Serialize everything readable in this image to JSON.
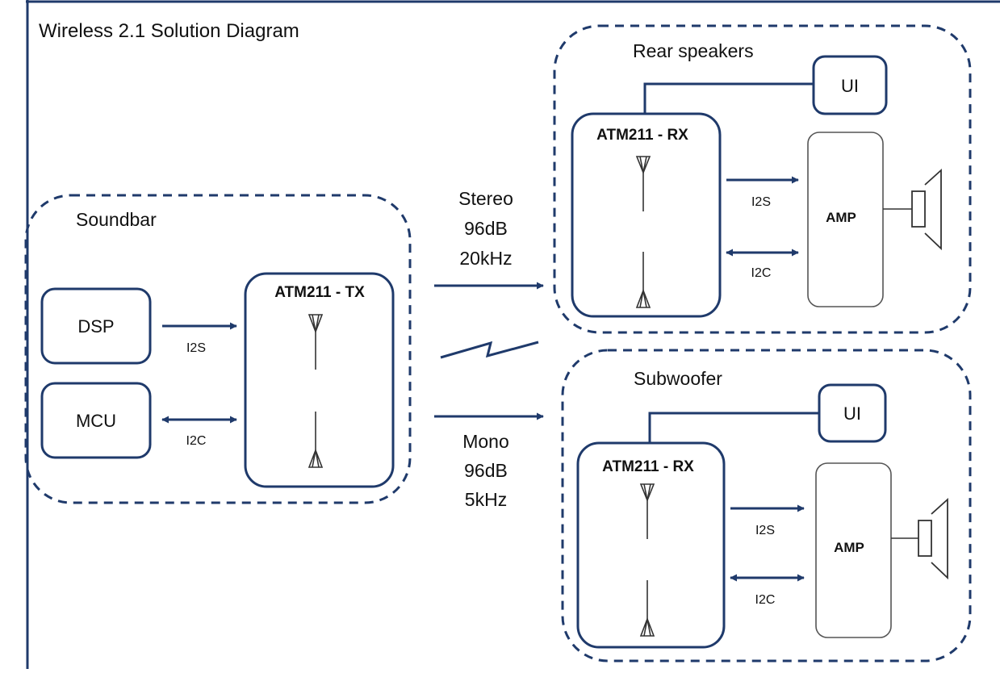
{
  "title": "Wireless 2.1 Solution Diagram",
  "colors": {
    "frame": "#1f3a6b",
    "stroke": "#1f3a6b",
    "amp_stroke": "#555555",
    "text": "#111111",
    "background": "#ffffff"
  },
  "soundbar": {
    "label": "Soundbar",
    "blocks": {
      "dsp": "DSP",
      "mcu": "MCU"
    },
    "chip": "ATM211 - TX",
    "signals": {
      "dsp_link": "I2S",
      "mcu_link": "I2C"
    }
  },
  "links": {
    "stereo": [
      "Stereo",
      "96dB",
      "20kHz"
    ],
    "mono": [
      "Mono",
      "96dB",
      "5kHz"
    ]
  },
  "rear_speakers": {
    "label": "Rear speakers",
    "ui": "UI",
    "chip": "ATM211 - RX",
    "amp": "AMP",
    "signals": {
      "data": "I2S",
      "control": "I2C"
    }
  },
  "subwoofer": {
    "label": "Subwoofer",
    "ui": "UI",
    "chip": "ATM211 - RX",
    "amp": "AMP",
    "signals": {
      "data": "I2S",
      "control": "I2C"
    }
  }
}
